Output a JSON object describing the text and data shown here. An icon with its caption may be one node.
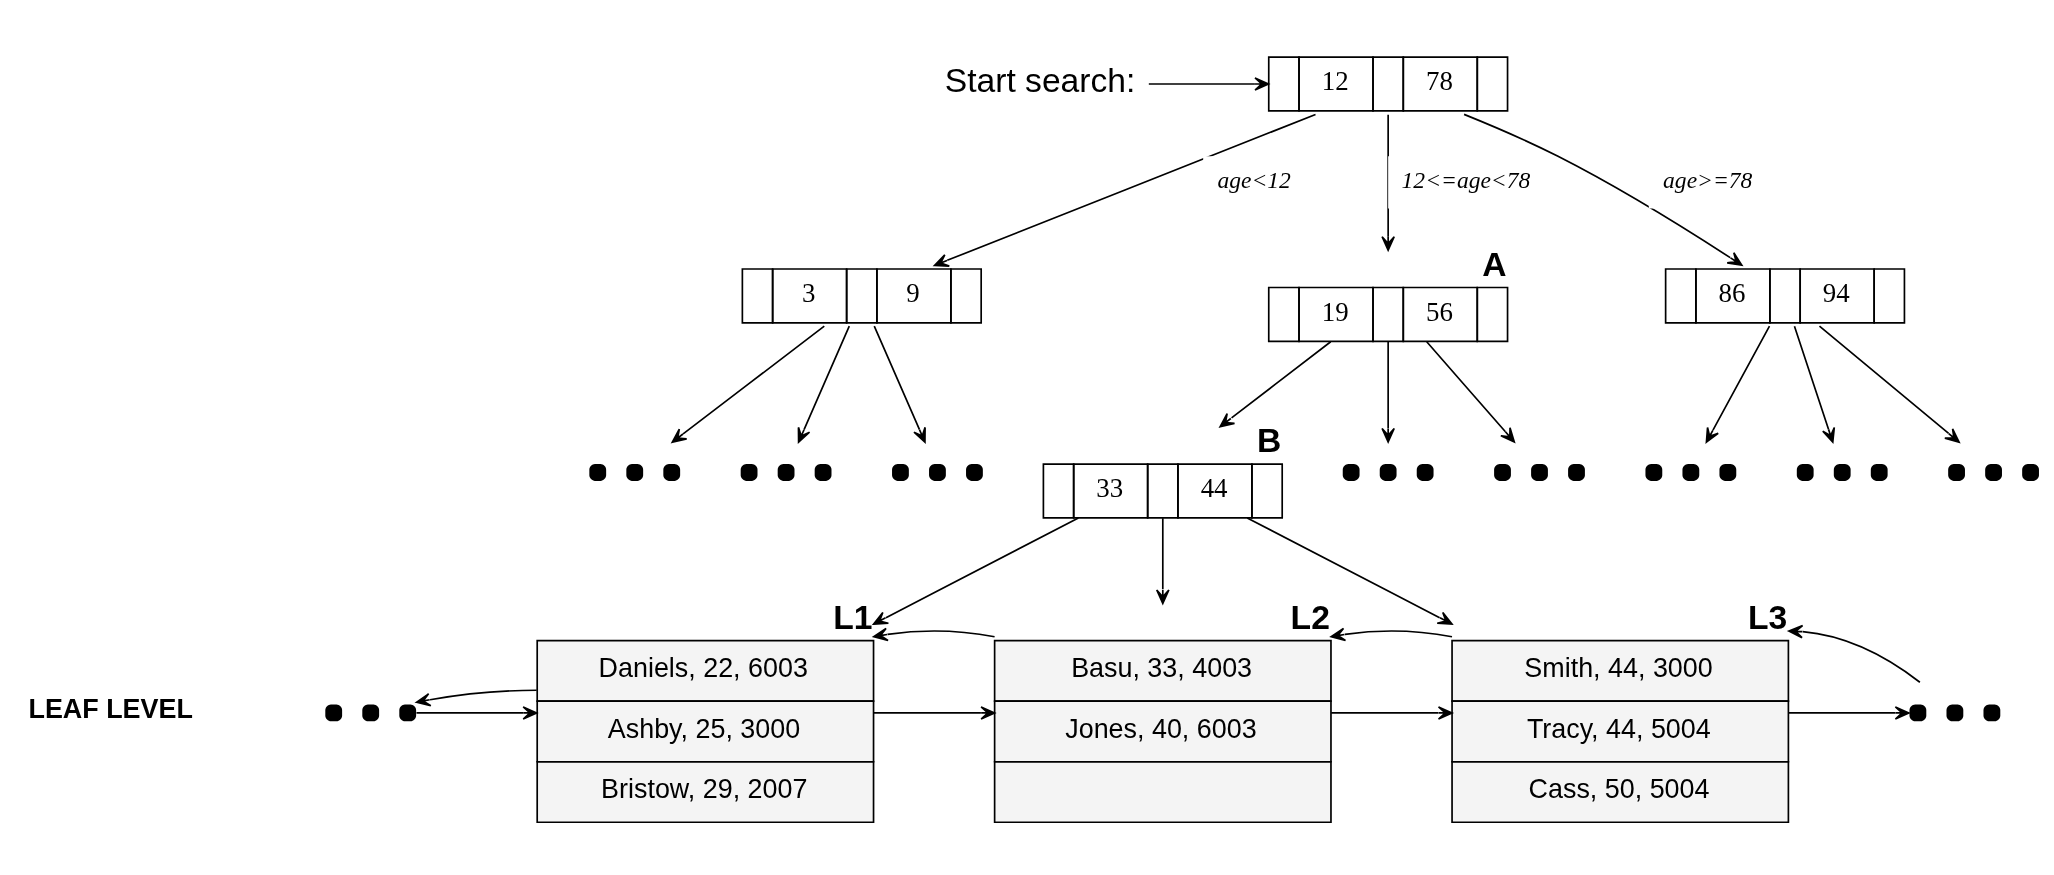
{
  "diagram": {
    "nodes": [
      {
        "text": [
          "Start search:"
        ]
      },
      {
        "text": [
          "12",
          "78"
        ]
      },
      {
        "text": [
          "3",
          "9"
        ]
      },
      {
        "text": [
          "19",
          "56"
        ],
        "beside": [
          "A"
        ]
      },
      {
        "text": [
          "86",
          "94"
        ]
      },
      {
        "text": [
          "33",
          "44"
        ],
        "beside": [
          "B"
        ]
      },
      {
        "text": [],
        "shape": "dots"
      },
      {
        "text": [],
        "shape": "dots"
      },
      {
        "text": [],
        "shape": "dots"
      },
      {
        "text": [],
        "shape": "dots"
      },
      {
        "text": [],
        "shape": "dots"
      },
      {
        "text": [],
        "shape": "dots"
      },
      {
        "text": [],
        "shape": "dots"
      },
      {
        "text": [],
        "shape": "dots"
      },
      {
        "text": [
          "Daniels, 22, 6003",
          "Ashby, 25, 3000",
          "Bristow, 29, 2007"
        ],
        "beside": [
          "L1"
        ]
      },
      {
        "text": [
          "Basu, 33, 4003",
          "Jones, 40, 6003"
        ],
        "beside": [
          "L2"
        ]
      },
      {
        "text": [
          "Smith, 44, 3000",
          "Tracy, 44, 5004",
          "Cass, 50, 5004"
        ],
        "beside": [
          "L3"
        ]
      },
      {
        "text": [],
        "shape": "dots"
      },
      {
        "text": [],
        "shape": "dots"
      }
    ],
    "edges": [
      {
        "from": 0,
        "to": 1,
        "arrow": "to"
      },
      {
        "from": 1,
        "to": 2,
        "arrow": "to",
        "label": "age<12"
      },
      {
        "from": 1,
        "to": 3,
        "arrow": "to",
        "label": "12<=age<78"
      },
      {
        "from": 1,
        "to": 4,
        "arrow": "to",
        "label": "age>=78"
      },
      {
        "from": 2,
        "to": 6,
        "arrow": "to"
      },
      {
        "from": 2,
        "to": 7,
        "arrow": "to"
      },
      {
        "from": 2,
        "to": 8,
        "arrow": "to"
      },
      {
        "from": 3,
        "to": 9,
        "arrow": "to"
      },
      {
        "from": 3,
        "to": 5,
        "arrow": "to"
      },
      {
        "from": 3,
        "to": 10,
        "arrow": "to"
      },
      {
        "from": 4,
        "to": 11,
        "arrow": "to"
      },
      {
        "from": 4,
        "to": 12,
        "arrow": "to"
      },
      {
        "from": 4,
        "to": 13,
        "arrow": "to"
      },
      {
        "from": 5,
        "to": 14,
        "arrow": "to"
      },
      {
        "from": 5,
        "to": 15,
        "arrow": "to"
      },
      {
        "from": 5,
        "to": 16,
        "arrow": "to"
      },
      {
        "from": 17,
        "to": 14,
        "arrow": "to"
      },
      {
        "from": 14,
        "to": 17,
        "arrow": "to"
      },
      {
        "from": 14,
        "to": 15,
        "arrow": "to"
      },
      {
        "from": 15,
        "to": 14,
        "arrow": "to"
      },
      {
        "from": 15,
        "to": 16,
        "arrow": "to"
      },
      {
        "from": 16,
        "to": 15,
        "arrow": "to"
      },
      {
        "from": 16,
        "to": 18,
        "arrow": "to"
      },
      {
        "from": 18,
        "to": 16,
        "arrow": "to"
      }
    ],
    "labels": [
      "LEAF LEVEL"
    ]
  }
}
